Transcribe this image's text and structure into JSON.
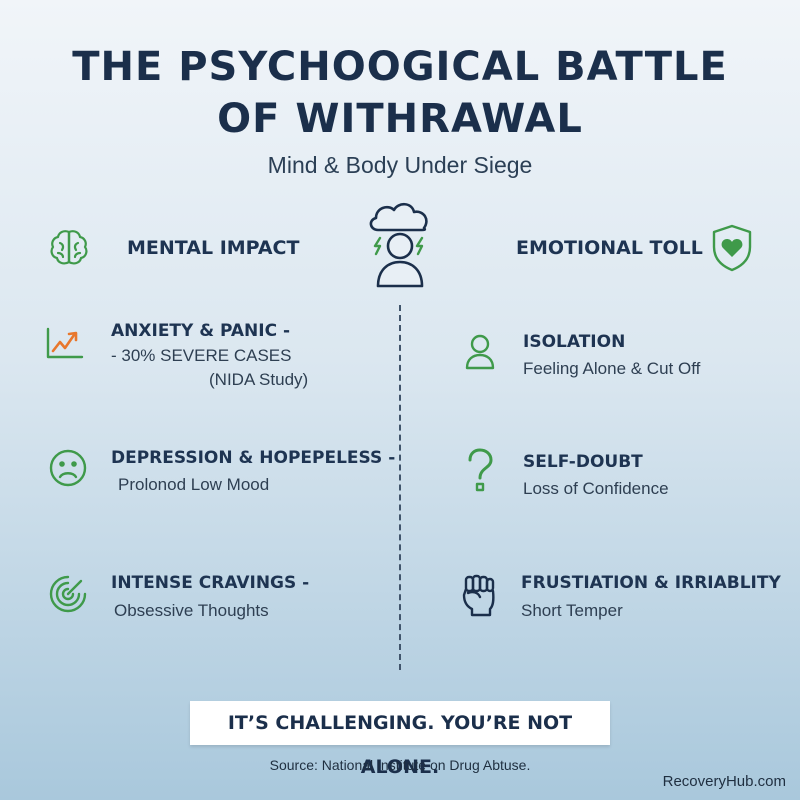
{
  "header": {
    "title_line1": "THE PSYCHOOGICAL BATTLE",
    "title_line2": "OF WITHRAWAL",
    "subtitle": "Mind & Body Under Siege"
  },
  "left_section": {
    "heading": "MENTAL IMPACT",
    "icon": "brain-icon",
    "items": [
      {
        "icon": "trend-chart-icon",
        "title": "ANXIETY & PANIC -",
        "line1": "- 30% SEVERE CASES",
        "line2": "(NIDA Study)"
      },
      {
        "icon": "sad-face-icon",
        "title": "DEPRESSION & HOPEPELESS -",
        "line1": "Prolonod Low Mood"
      },
      {
        "icon": "target-spiral-icon",
        "title": "INTENSE CRAVINGS -",
        "line1": "Obsessive Thoughts"
      }
    ]
  },
  "center": {
    "icon": "stressed-person-cloud-icon"
  },
  "right_section": {
    "heading": "EMOTIONAL TOLL",
    "icon": "shield-heart-icon",
    "items": [
      {
        "icon": "person-icon",
        "title": "ISOLATION",
        "line1": "Feeling Alone & Cut Off"
      },
      {
        "icon": "question-mark-icon",
        "title": "SELF-DOUBT",
        "line1": "Loss of Confidence"
      },
      {
        "icon": "fist-icon",
        "title": "FRUSTIATION & IRRIABLITY",
        "line1": "Short Temper"
      }
    ]
  },
  "footer": {
    "banner": "IT’S CHALLENGING. YOU’RE NOT ALONE.",
    "source": "Source: National Institute on Drug Abtuse.",
    "brand": "RecoveryHub.com"
  },
  "colors": {
    "navy": "#1b2f4b",
    "green": "#3f9a4a",
    "orange": "#e8772c"
  }
}
